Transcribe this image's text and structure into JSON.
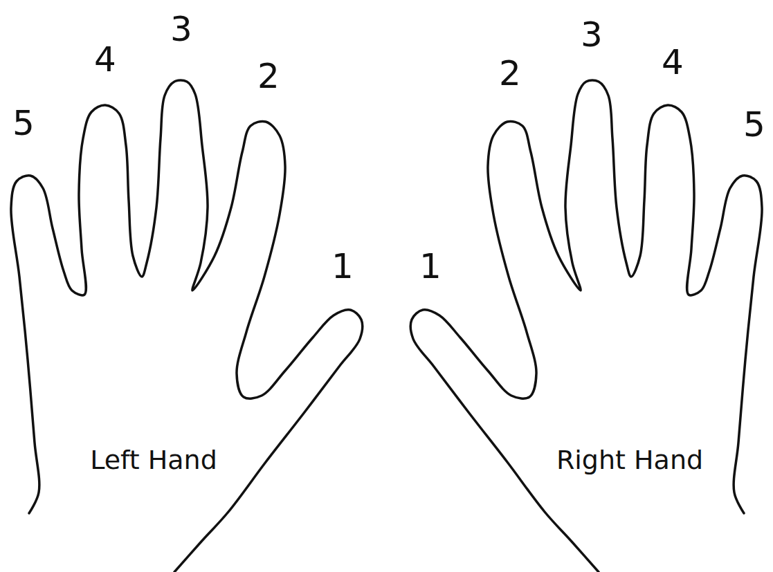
{
  "diagram": {
    "nodes": [
      {
        "text": [
          "Left Hand"
        ]
      },
      {
        "text": [
          "Right Hand"
        ]
      }
    ],
    "labels": [
      "5",
      "4",
      "3",
      "2",
      "1",
      "1",
      "2",
      "3",
      "4",
      "5"
    ]
  }
}
